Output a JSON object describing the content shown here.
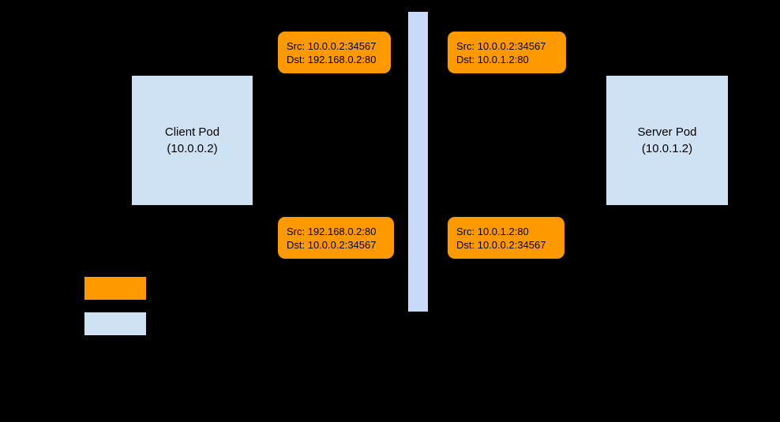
{
  "diagram": {
    "client_pod": {
      "name": "Client Pod",
      "ip": "(10.0.0.2)"
    },
    "server_pod": {
      "name": "Server Pod",
      "ip": "(10.0.1.2)"
    },
    "packets": {
      "top_left": {
        "src": "Src: 10.0.0.2:34567",
        "dst": "Dst: 192.168.0.2:80"
      },
      "top_right": {
        "src": "Src: 10.0.0.2:34567",
        "dst": "Dst: 10.0.1.2:80"
      },
      "bottom_left": {
        "src": "Src: 192.168.0.2:80",
        "dst": "Dst: 10.0.0.2:34567"
      },
      "bottom_right": {
        "src": "Src: 10.0.1.2:80",
        "dst": "Dst: 10.0.0.2:34567"
      }
    }
  },
  "colors": {
    "background": "#000000",
    "pod_fill": "#cfe2f3",
    "bar_fill": "#c9daf8",
    "packet_fill": "#ff9900",
    "text": "#000000"
  }
}
